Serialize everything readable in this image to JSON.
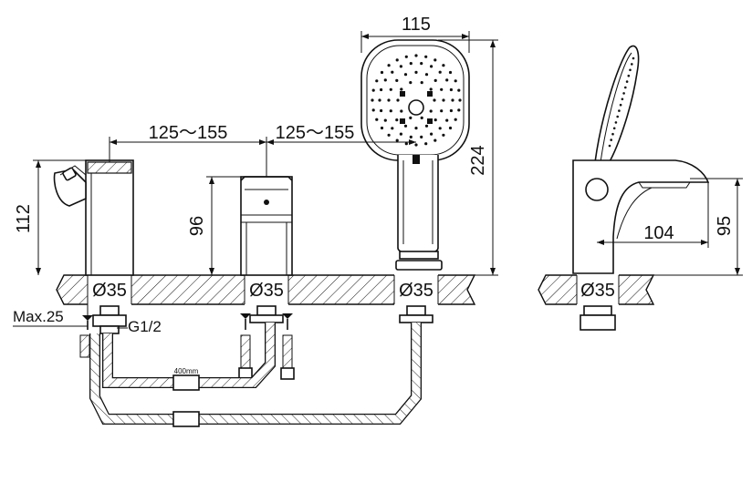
{
  "dimensions": {
    "handshower_width": "115",
    "spacing_left": "125～155",
    "spacing_right": "125～155",
    "spout_height": "112",
    "valve_height": "96",
    "handshower_length": "224",
    "side_height": "95",
    "side_projection": "104"
  },
  "holes": [
    "Ø35",
    "Ø35",
    "Ø35",
    "Ø35"
  ],
  "notes": {
    "max_thickness": "Max.25",
    "thread": "G1/2",
    "hose_length": "400mm"
  },
  "colors": {
    "line": "#111111",
    "hatch": "#111111",
    "background": "#ffffff"
  }
}
